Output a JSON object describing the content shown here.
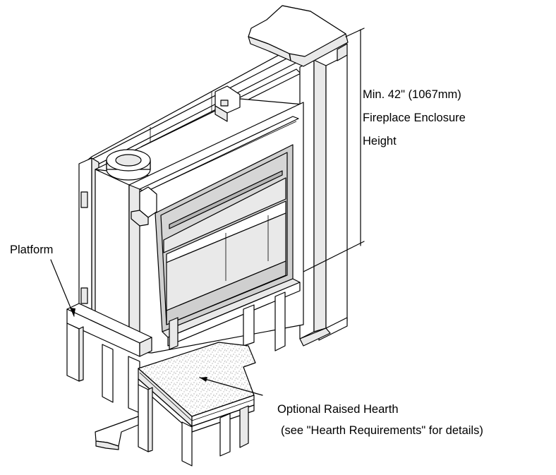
{
  "labels": {
    "height_line1": "Min. 42\" (1067mm)",
    "height_line2": "Fireplace Enclosure",
    "height_line3": "Height",
    "platform": "Platform",
    "hearth_line1": "Optional Raised  Hearth",
    "hearth_line2": "(see \"Hearth Requirements\" for details)"
  }
}
